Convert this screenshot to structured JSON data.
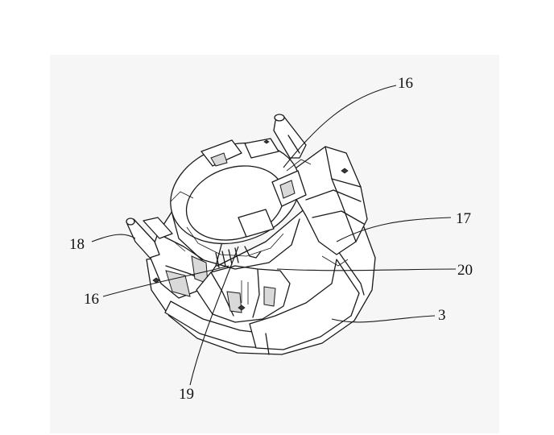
{
  "callouts": [
    {
      "id": "c16-top",
      "text": "16"
    },
    {
      "id": "c17",
      "text": "17"
    },
    {
      "id": "c18",
      "text": "18"
    },
    {
      "id": "c20",
      "text": "20"
    },
    {
      "id": "c16-left",
      "text": "16"
    },
    {
      "id": "c3",
      "text": "3"
    },
    {
      "id": "c19",
      "text": "19"
    }
  ]
}
